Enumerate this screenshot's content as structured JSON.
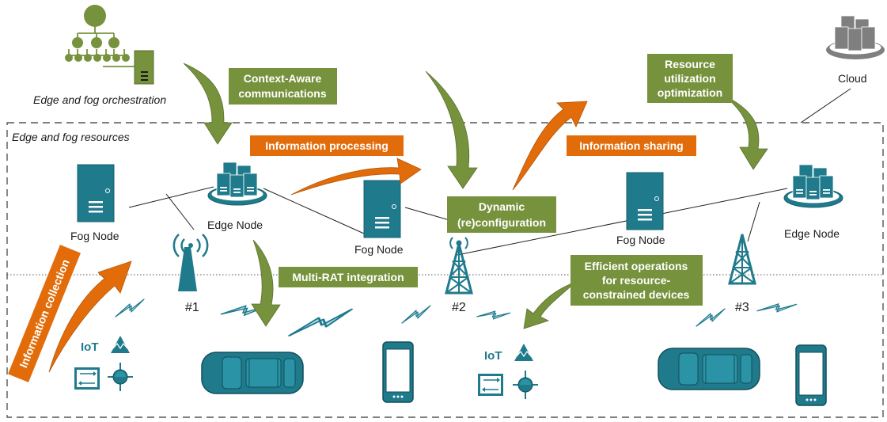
{
  "colors": {
    "teal": "#1f7a8c",
    "teal_light": "#2a93a6",
    "green": "#76923c",
    "orange": "#e36c0a",
    "cloud_gray": "#7f7f7f"
  },
  "labels": {
    "orchestration": "Edge and fog orchestration",
    "resources": "Edge and fog resources",
    "cloud": "Cloud",
    "fog_node": "Fog Node",
    "edge_node": "Edge Node",
    "bs1": "#1",
    "bs2": "#2",
    "bs3": "#3",
    "iot": "IoT"
  },
  "green_boxes": {
    "context_aware": [
      "Context-Aware",
      "communications"
    ],
    "resource_util": [
      "Resource",
      "utilization",
      "optimization"
    ],
    "dynamic": [
      "Dynamic",
      "(re)configuration"
    ],
    "multi_rat": [
      "Multi-RAT integration"
    ],
    "efficient": [
      "Efficient operations",
      "for resource-",
      "constrained devices"
    ]
  },
  "orange_boxes": {
    "info_processing": "Information processing",
    "info_sharing": "Information sharing",
    "info_collection": "Information collection"
  },
  "icons": {
    "orchestration": "hierarchy-tree-icon",
    "server": "server-icon",
    "cloud": "cloud-server-icon",
    "edge": "edge-server-cluster-icon",
    "antenna": "radio-antenna-icon",
    "tower": "cell-tower-icon",
    "car": "car-icon",
    "phone": "smartphone-icon",
    "wireless": "wireless-link-icon",
    "sensor": "sensor-icon"
  }
}
